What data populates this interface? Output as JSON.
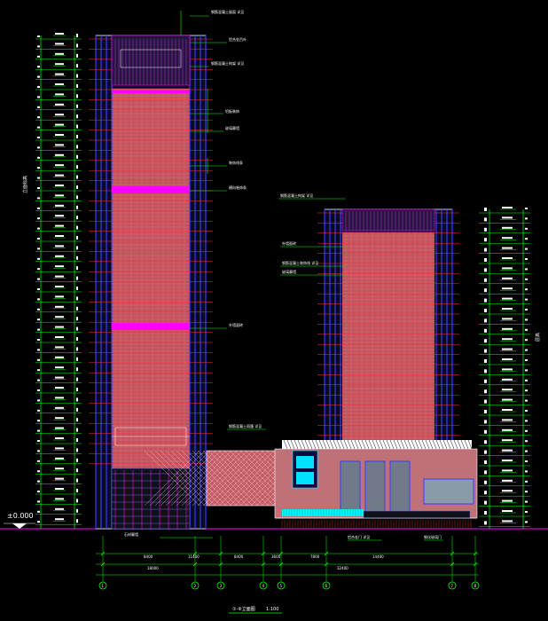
{
  "drawing": {
    "datum_label": "±0.000",
    "scale_label": "1:100",
    "title_label": "①-⑧立面图"
  },
  "left_axis": {
    "side_label": "立面标高"
  },
  "right_axis": {
    "side_label": "层高"
  },
  "tower_a_notes": [
    "钢筋混凝土屋面 详见",
    "铝合金百叶",
    "钢筋混凝土构架 详见",
    "铝板装饰",
    "玻璃幕墙",
    "装饰线条",
    "横向装饰条",
    "外墙面砖"
  ],
  "tower_b_notes": [
    "钢筋混凝土构架 详见",
    "外墙面砖",
    "钢筋混凝土装饰线 详见",
    "玻璃幕墙"
  ],
  "podium_notes": [
    "钢筋混凝土雨篷 详见",
    "石材幕墙",
    "铝合金门 详见",
    "钢化玻璃门"
  ],
  "dims_lower": [
    "8400",
    "11400",
    "8400",
    "3600",
    "7800",
    "14400"
  ],
  "dims_total": [
    "18000",
    "32400"
  ],
  "grid_axes": [
    "1",
    "2",
    "3",
    "4",
    "5",
    "6",
    "7",
    "8"
  ]
}
